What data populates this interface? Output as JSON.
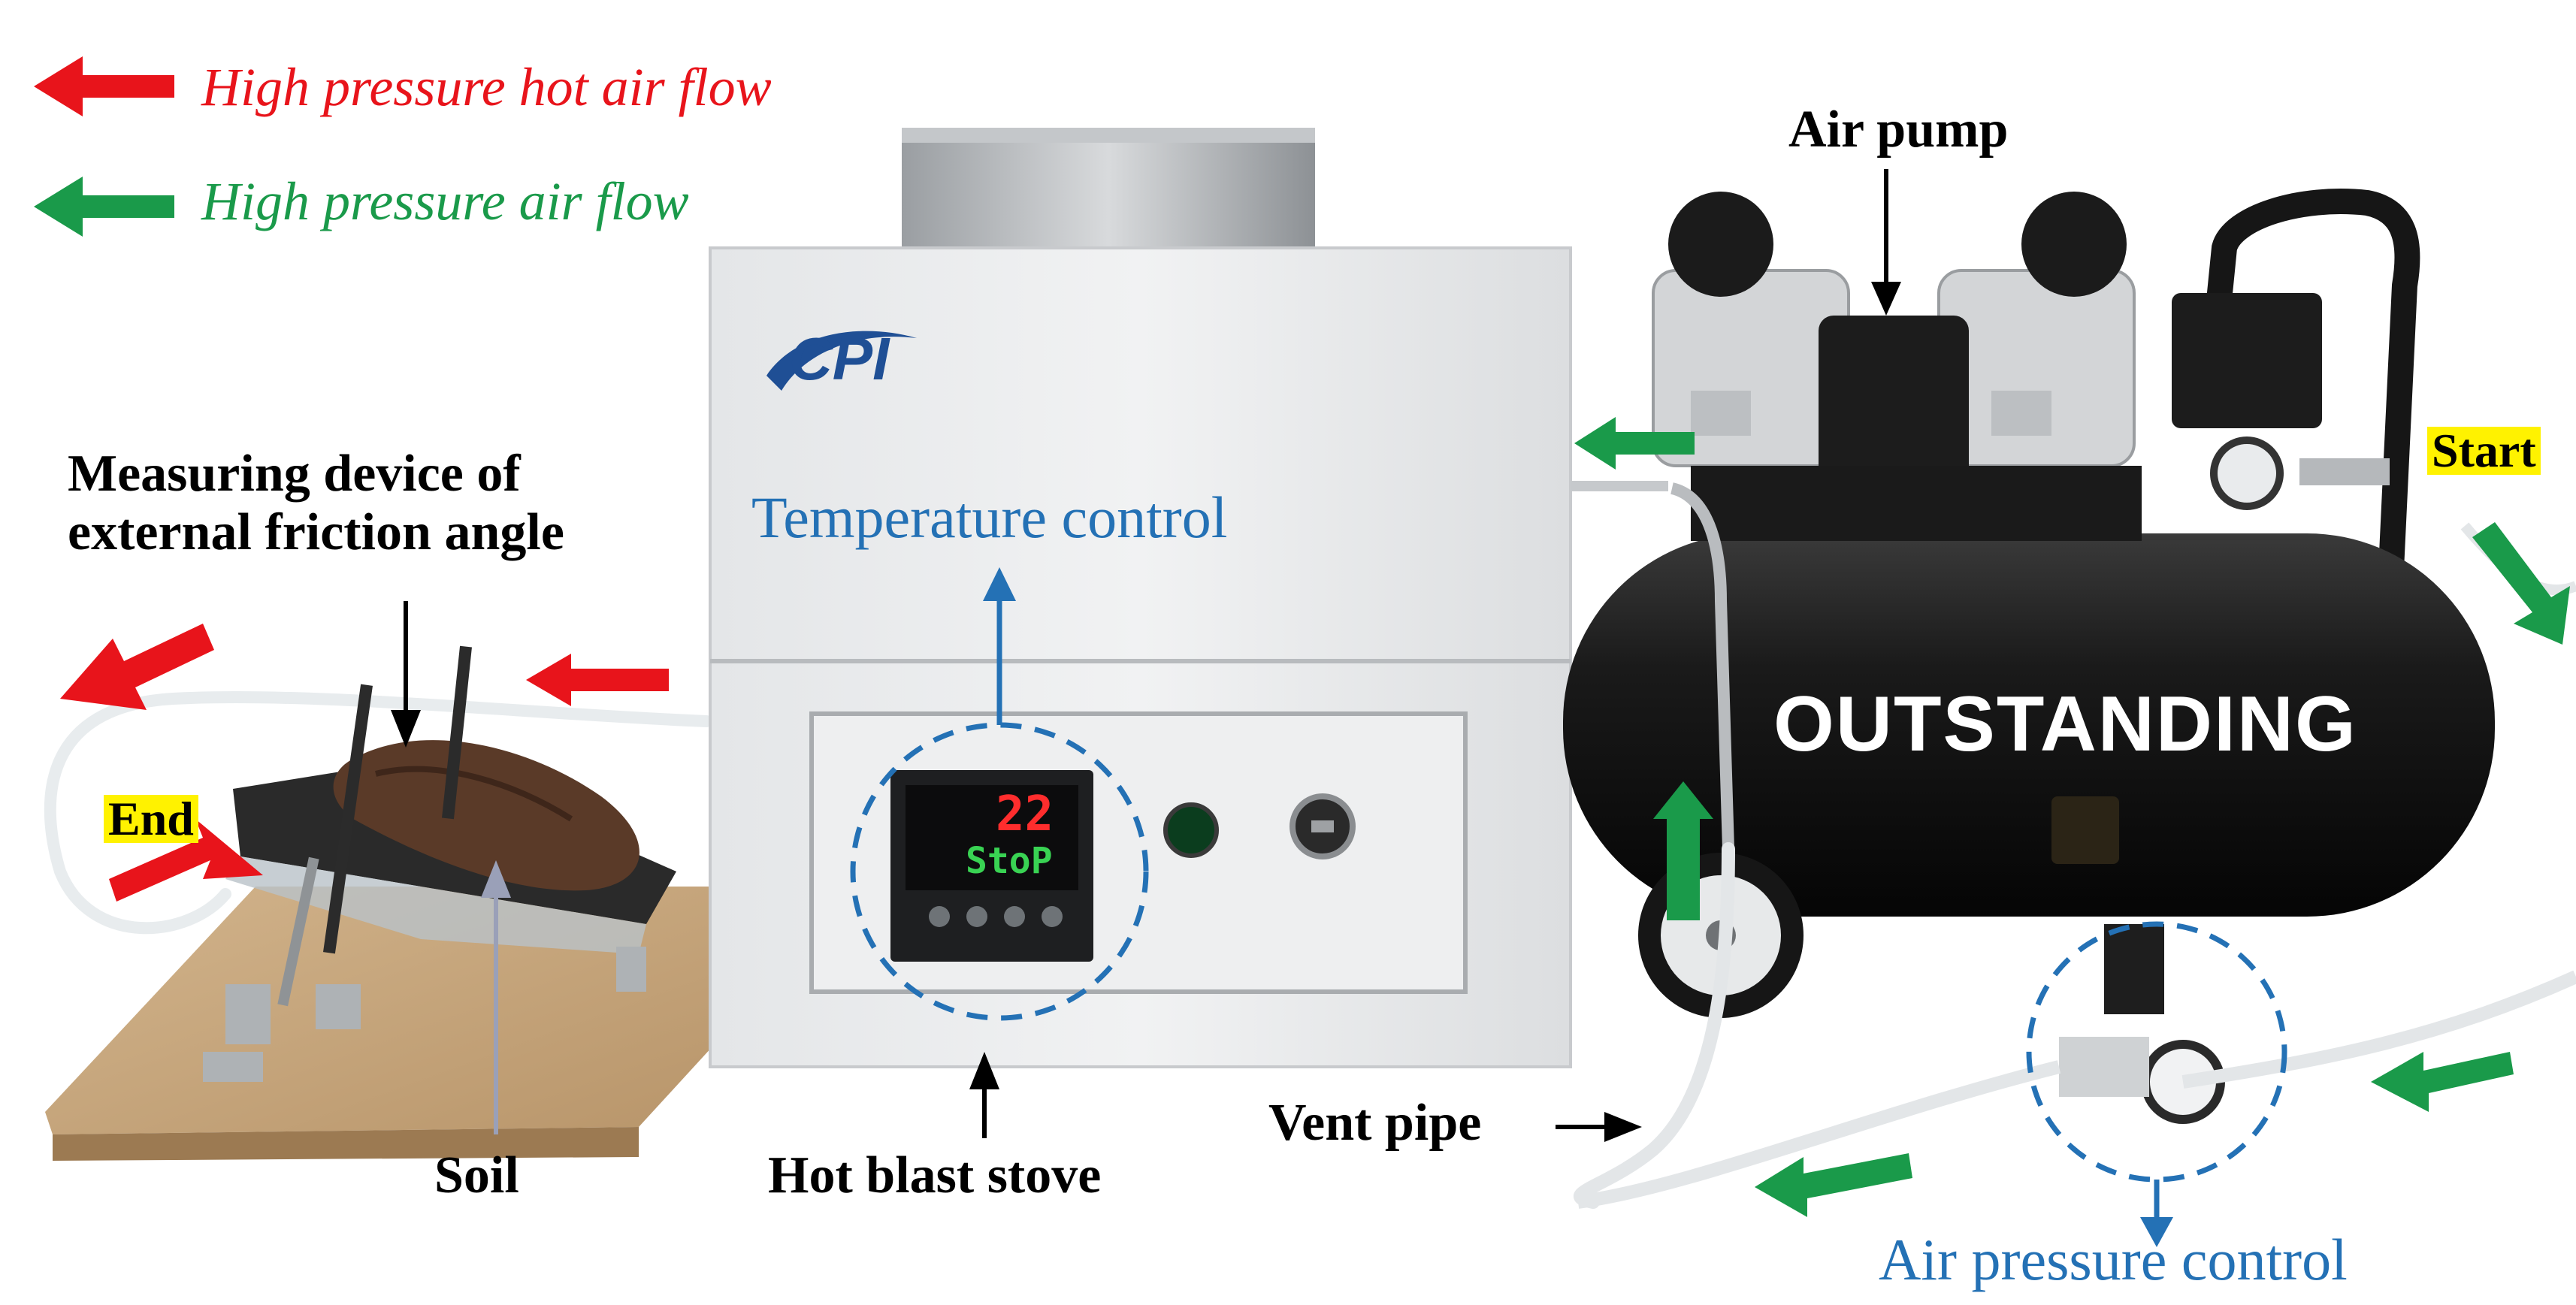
{
  "legend": {
    "hot": {
      "label": "High pressure hot air flow",
      "color": "#e8141b"
    },
    "cold": {
      "label": "High pressure air flow",
      "color": "#1a9a4a"
    }
  },
  "labels": {
    "air_pump": "Air pump",
    "start": "Start",
    "end": "End",
    "measuring": "Measuring device of\nexternal friction angle",
    "temperature_control": "Temperature control",
    "soil": "Soil",
    "hot_blast_stove": "Hot blast stove",
    "vent_pipe": "Vent pipe",
    "air_pressure_control": "Air pressure control"
  },
  "device_text": {
    "stove_brand": "CPI",
    "pump_brand": "OUTSTANDING",
    "controller_value": "22",
    "controller_status": "StoP"
  },
  "colors": {
    "callout_blue": "#2471b5",
    "highlight_yellow": "#fff200",
    "hot_arrow": "#e8141b",
    "cold_arrow": "#1a9a4a"
  }
}
